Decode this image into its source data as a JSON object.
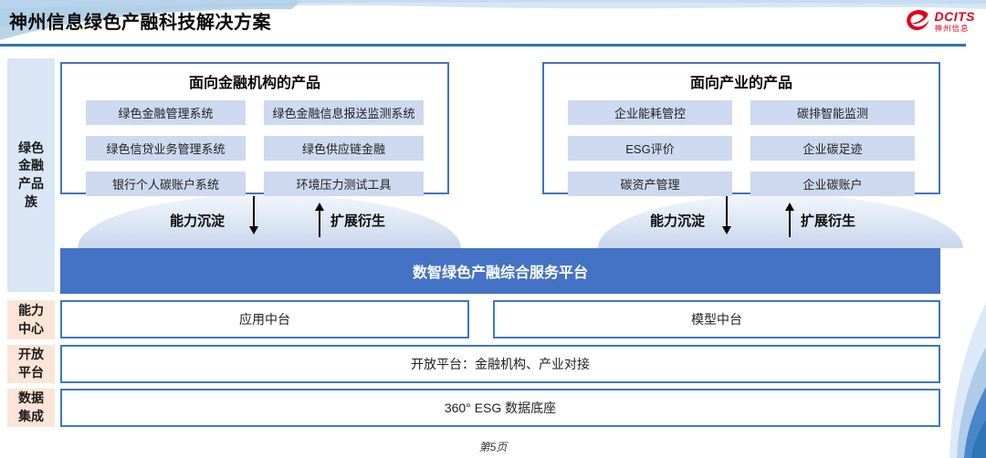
{
  "page": {
    "title": "神州信息绿色产融科技解决方案",
    "footer": "第5页"
  },
  "logo": {
    "brand": "DCITS",
    "subtitle": "神州信息",
    "color": "#e3001b"
  },
  "sidebar": {
    "items": [
      {
        "label": "绿色金融产品族"
      },
      {
        "label": "能力中心"
      },
      {
        "label": "开放平台"
      },
      {
        "label": "数据集成"
      }
    ]
  },
  "product_groups": [
    {
      "title": "面向金融机构的产品",
      "items": [
        "绿色金融管理系统",
        "绿色金融信息报送监测系统",
        "绿色信贷业务管理系统",
        "绿色供应链金融",
        "银行个人碳账户系统",
        "环境压力测试工具"
      ]
    },
    {
      "title": "面向产业的产品",
      "items": [
        "企业能耗管控",
        "碳排智能监测",
        "ESG评价",
        "企业碳足迹",
        "碳资产管理",
        "企业碳账户"
      ]
    }
  ],
  "flows": {
    "down_label": "能力沉淀",
    "up_label": "扩展衍生"
  },
  "platform": {
    "title": "数智绿色产融综合服务平台"
  },
  "middle_layers": [
    "应用中台",
    "模型中台"
  ],
  "rows": {
    "open_platform": "开放平台：金融机构、产业对接",
    "data_foundation": "360° ESG 数据底座"
  },
  "colors": {
    "accent_blue": "#4472c4",
    "line_blue": "#2e75b6",
    "pill_bg": "#cdd9ef",
    "sidebar_blue": "#dae6f5",
    "sidebar_peach": "#fbe5d6",
    "logo_red": "#e3001b"
  }
}
